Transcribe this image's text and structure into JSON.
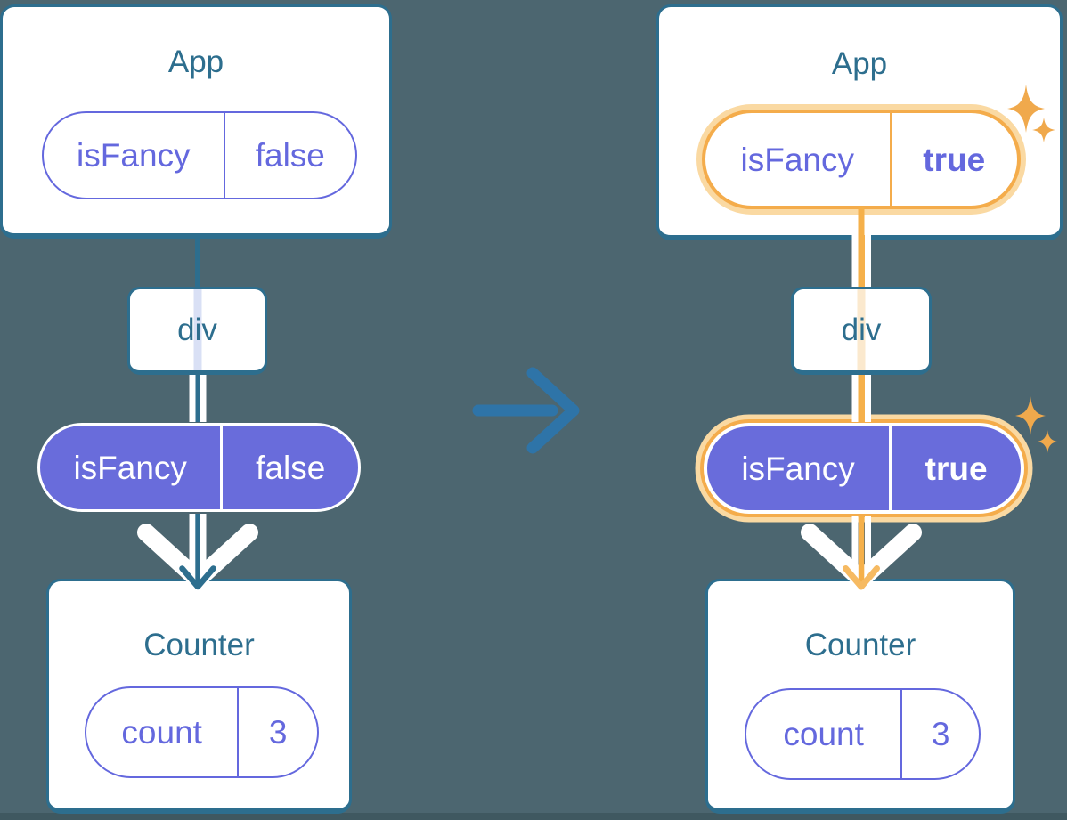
{
  "colors": {
    "background": "#4C6670",
    "card_background": "#FFFFFF",
    "card_border": "#2D6E8E",
    "title_text": "#2D6E8E",
    "purple_fill": "#696CDB",
    "purple_text": "#6468DE",
    "pill_white_text": "#FFFFFF",
    "lavender_pass_line": "#D9E0F5",
    "peach_pass_line": "#FBE9CE",
    "orange_ring": "#F4AC4B",
    "orange_glow": "#FAD9A2",
    "orange_line": "#F5B04A",
    "orange_arrowhead": "#F6BA62",
    "sparkle": "#F0A94C",
    "transition_arrow": "#2E74A8",
    "bottom_strip": "#3F5860"
  },
  "icons": {
    "transition": "arrow-right-icon",
    "data_flow_left": "arrow-down-icon",
    "data_flow_right": "arrow-down-icon",
    "pass_chevron": "chevron-down-icon",
    "highlight": "sparkle-icon"
  },
  "left": {
    "app": {
      "title": "App",
      "prop": {
        "name": "isFancy",
        "value": "false"
      }
    },
    "container": {
      "title": "div"
    },
    "state": {
      "name": "isFancy",
      "value": "false"
    },
    "counter": {
      "title": "Counter",
      "state": {
        "name": "count",
        "value": "3"
      }
    }
  },
  "right": {
    "app": {
      "title": "App",
      "prop": {
        "name": "isFancy",
        "value": "true"
      }
    },
    "container": {
      "title": "div"
    },
    "state": {
      "name": "isFancy",
      "value": "true"
    },
    "counter": {
      "title": "Counter",
      "state": {
        "name": "count",
        "value": "3"
      }
    }
  }
}
